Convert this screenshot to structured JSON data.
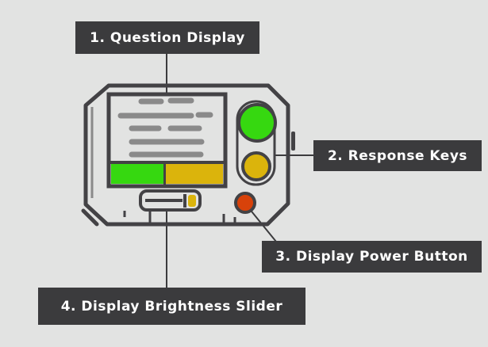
{
  "labels": {
    "question_display": "1. Question Display",
    "response_keys": "2. Response Keys",
    "power_button": "3. Display Power Button",
    "brightness_slider": "4. Display Brightness Slider"
  },
  "colors": {
    "outline": "#434245",
    "green": "#36d810",
    "yellow": "#dbb40c",
    "red": "#d8420a",
    "text_lines": "#8a8a8a",
    "label_bg": "#3b3b3d"
  }
}
